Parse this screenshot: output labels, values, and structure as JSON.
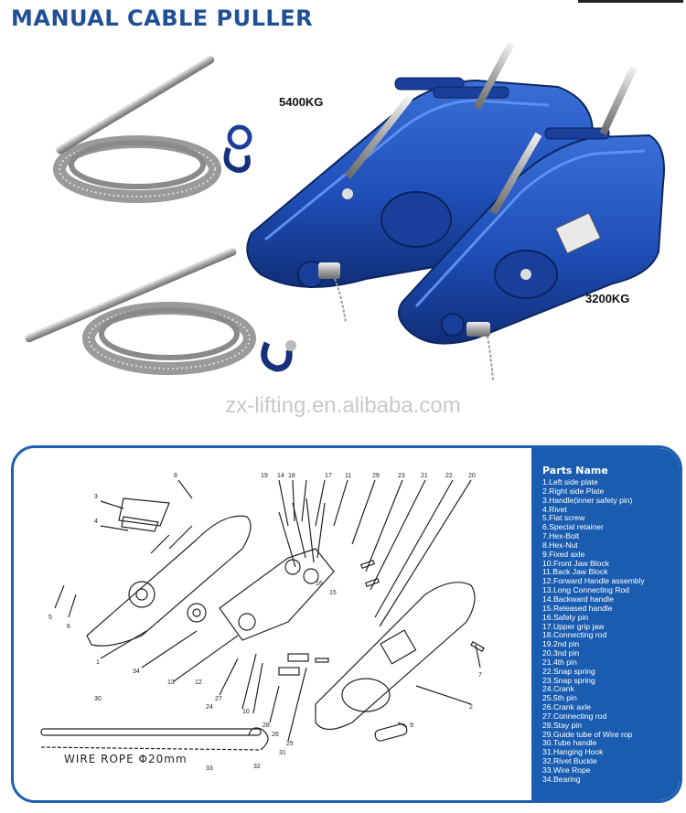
{
  "header": {
    "title": "MANUAL CABLE PULLER"
  },
  "photo": {
    "label_large": "5400KG",
    "label_small": "3200KG",
    "watermark": "zx-lifting.en.alibaba.com"
  },
  "diagram": {
    "wire_rope_label": "WIRE ROPE Φ20mm",
    "callouts": [
      "19",
      "14",
      "18",
      "17",
      "11",
      "29",
      "23",
      "21",
      "22",
      "20",
      "8",
      "3",
      "4",
      "5",
      "6",
      "1",
      "34",
      "13",
      "27",
      "24",
      "10",
      "28",
      "26",
      "25",
      "12",
      "16",
      "15",
      "7",
      "2",
      "9",
      "30",
      "31",
      "32",
      "33"
    ]
  },
  "parts": {
    "heading": "Parts Name",
    "items": [
      "1.Left side plate",
      "2.Right side Plate",
      "3.Handle(inner safety pin)",
      "4.Rivet",
      "5.Flat screw",
      "6.Special retainer",
      "7.Hex-Bolt",
      "8.Hex-Nut",
      "9.Fixed axle",
      "10.Front Jaw Block",
      "11.Back Jaw Block",
      "12.Forward Handle assembly",
      "13.Long Connecting Rod",
      "14.Backward handle",
      "15.Released handle",
      "16.Safety pin",
      "17.Upper grip jaw",
      "18.Connecting rod",
      "19.2nd pin",
      "20.3nd pin",
      "21.4th pin",
      "22.Snap spring",
      "23.Snap spring",
      "24.Crank",
      "25.5th pin",
      "26.Crank axle",
      "27.Connecting rod",
      "28.Stay pin",
      "29.Guide tube of Wire rop",
      "30.Tube handle",
      "31.Hanging Hook",
      "32.Rivet Buckle",
      "33.Wire Rope",
      "34.Bearing"
    ]
  }
}
